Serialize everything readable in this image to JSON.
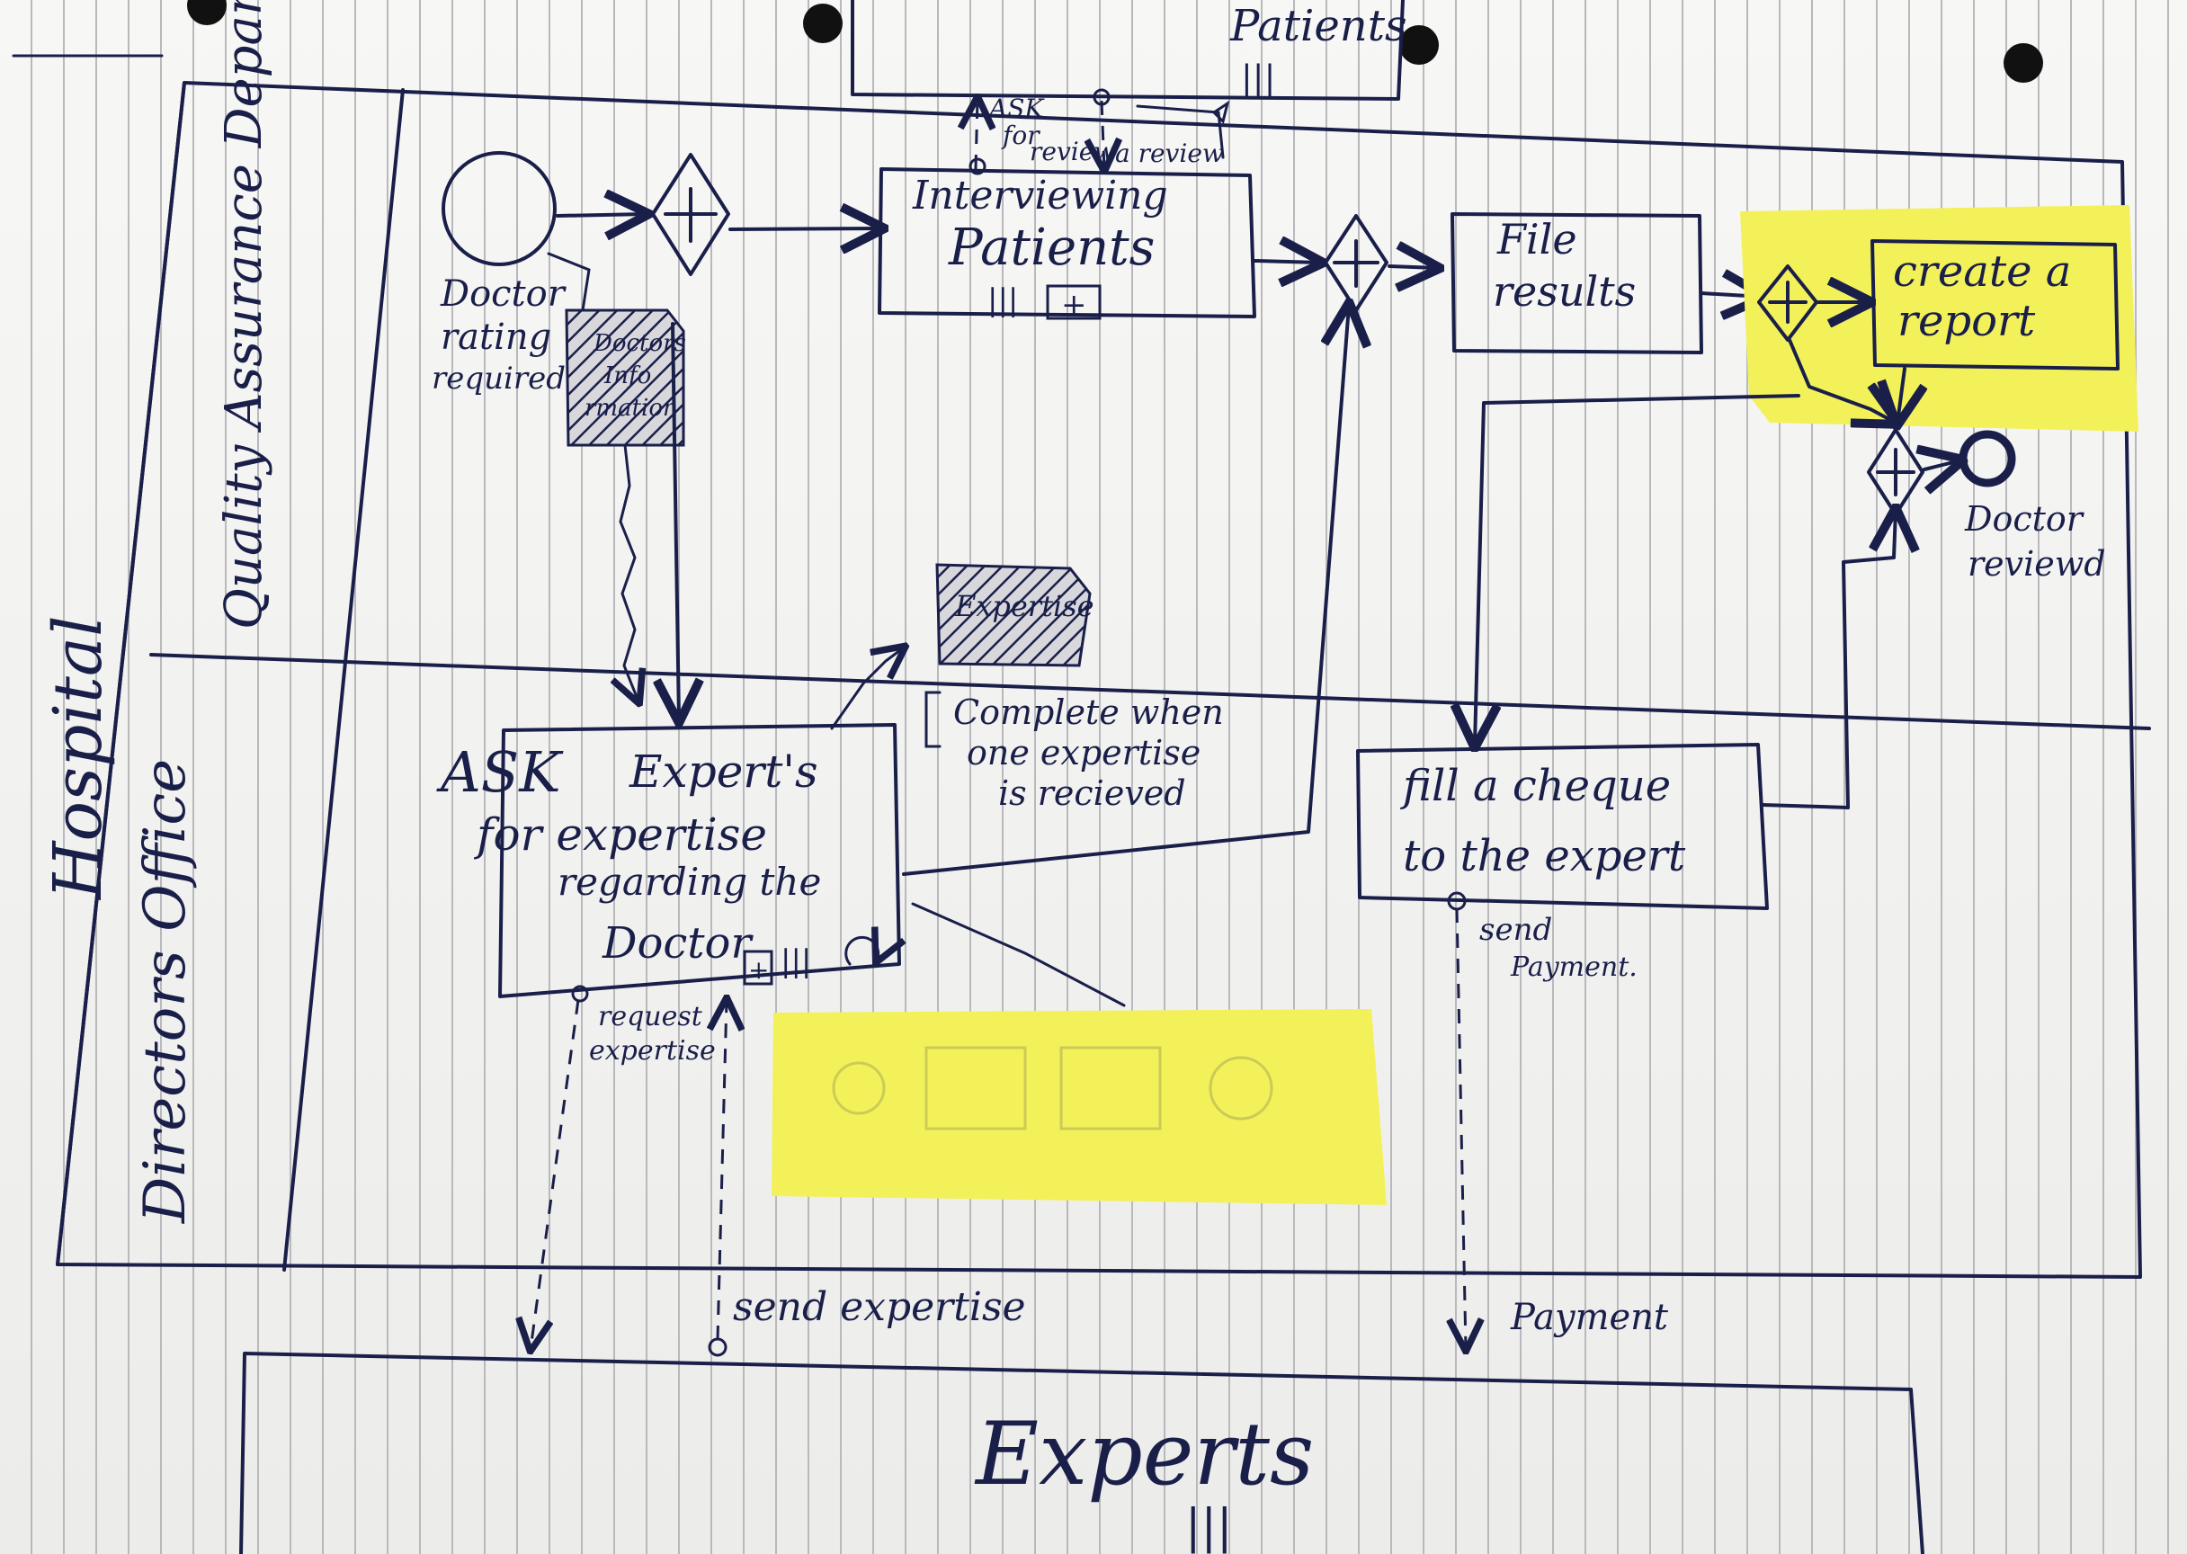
{
  "colors": {
    "ink": "#1a1f4a",
    "sticky_note": "#f3f15a",
    "paper": "#f4f4f2"
  },
  "pool": {
    "label": "Hospital"
  },
  "lanes": {
    "qa": "Quality Assurance Department.",
    "directors": "Directors Office"
  },
  "external_pools": {
    "patients": "Patients",
    "experts": "Experts"
  },
  "events": {
    "start": "Doctor rating required",
    "end": "Doctor reviewd"
  },
  "tasks": {
    "interviewing": "Interviewing Patients",
    "file_results": "File results",
    "create_report": "create a report",
    "ask_expert": "ASK Expert's for expertise regarding the Doctor",
    "fill_cheque": "fill a cheque to the expert"
  },
  "data_objects": {
    "doctor_info": "Doctors Info rmation",
    "expertise": "Expertise"
  },
  "annotations": {
    "completion": "Complete when one expertise is recieved"
  },
  "messages": {
    "ask_review": "ASK for review",
    "a_review": "a review",
    "request_expertise": "request expertise",
    "send_expertise": "send expertise",
    "send_payment": "send Payment.",
    "payment": "Payment"
  }
}
